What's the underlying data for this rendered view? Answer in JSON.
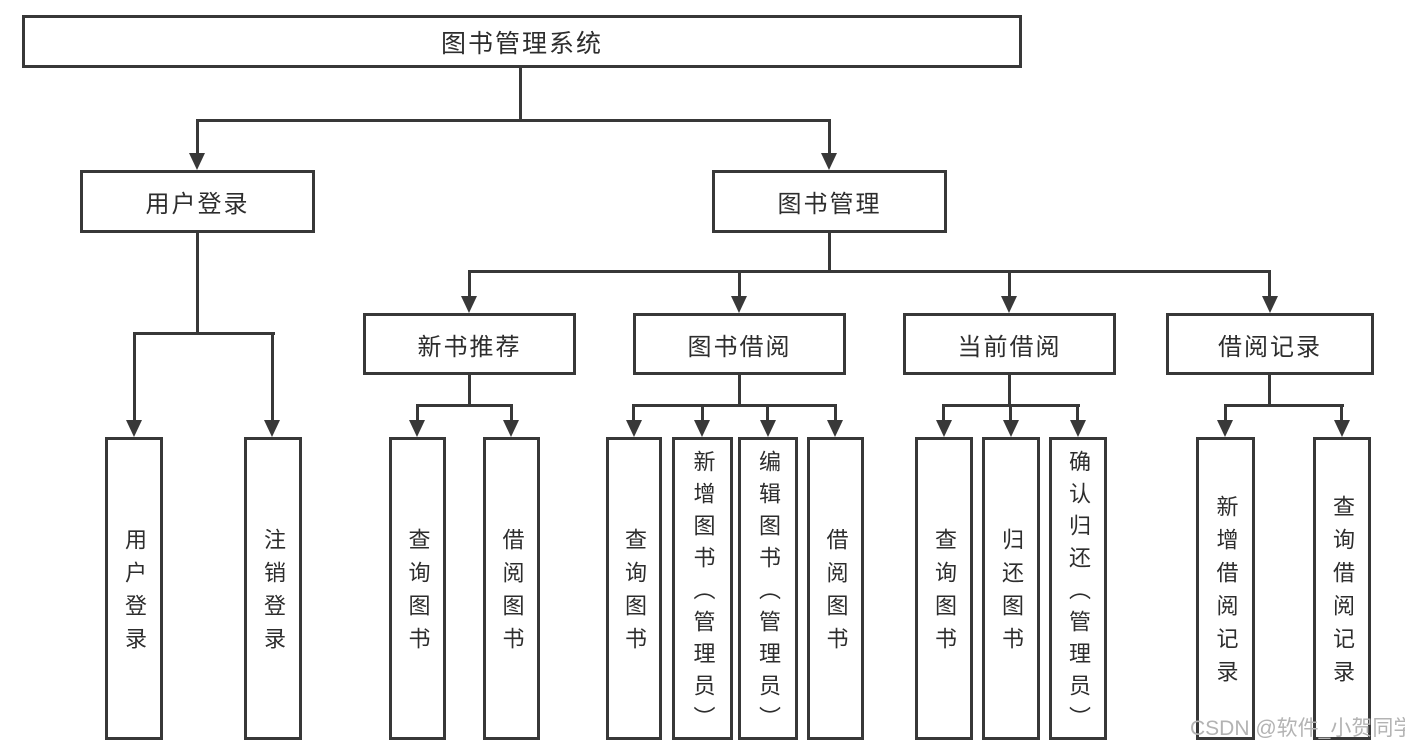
{
  "tree": {
    "label": "图书管理系统",
    "children": [
      {
        "label": "用户登录",
        "children": [
          {
            "label": "用户登录"
          },
          {
            "label": "注销登录"
          }
        ]
      },
      {
        "label": "图书管理",
        "children": [
          {
            "label": "新书推荐",
            "children": [
              {
                "label": "查询图书"
              },
              {
                "label": "借阅图书"
              }
            ]
          },
          {
            "label": "图书借阅",
            "children": [
              {
                "label": "查询图书"
              },
              {
                "label": "新增图书（管理员）"
              },
              {
                "label": "编辑图书（管理员）"
              },
              {
                "label": "借阅图书"
              }
            ]
          },
          {
            "label": "当前借阅",
            "children": [
              {
                "label": "查询图书"
              },
              {
                "label": "归还图书"
              },
              {
                "label": "确认归还（管理员）"
              }
            ]
          },
          {
            "label": "借阅记录",
            "children": [
              {
                "label": "新增借阅记录"
              },
              {
                "label": "查询借阅记录"
              }
            ]
          }
        ]
      }
    ]
  },
  "watermark": {
    "text": "CSDN @软件_小贺同学"
  },
  "colors": {
    "line": "#383838",
    "text": "#2d2d2d",
    "watermark": "#b3b3b3",
    "background": "#ffffff"
  }
}
